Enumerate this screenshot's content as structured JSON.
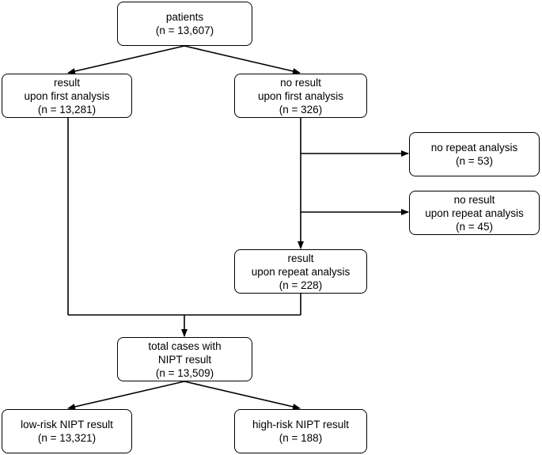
{
  "nodes": {
    "patients": {
      "lines": [
        "patients",
        "(n = 13,607)"
      ]
    },
    "result_first": {
      "lines": [
        "result",
        "upon first analysis",
        "(n = 13,281)"
      ]
    },
    "noresult_first": {
      "lines": [
        "no result",
        "upon first analysis",
        "(n = 326)"
      ]
    },
    "no_repeat": {
      "lines": [
        "no repeat analysis",
        "(n = 53)"
      ]
    },
    "noresult_repeat": {
      "lines": [
        "no result",
        "upon repeat analysis",
        "(n = 45)"
      ]
    },
    "result_repeat": {
      "lines": [
        "result",
        "upon repeat analysis",
        "(n = 228)"
      ]
    },
    "total": {
      "lines": [
        "total cases with",
        "NIPT result",
        "(n = 13,509)"
      ]
    },
    "low_risk": {
      "lines": [
        "low-risk NIPT result",
        "(n = 13,321)"
      ]
    },
    "high_risk": {
      "lines": [
        "high-risk NIPT result",
        "(n = 188)"
      ]
    }
  },
  "colors": {
    "line": "#000000",
    "border": "#000000",
    "background": "#ffffff",
    "text": "#000000"
  }
}
